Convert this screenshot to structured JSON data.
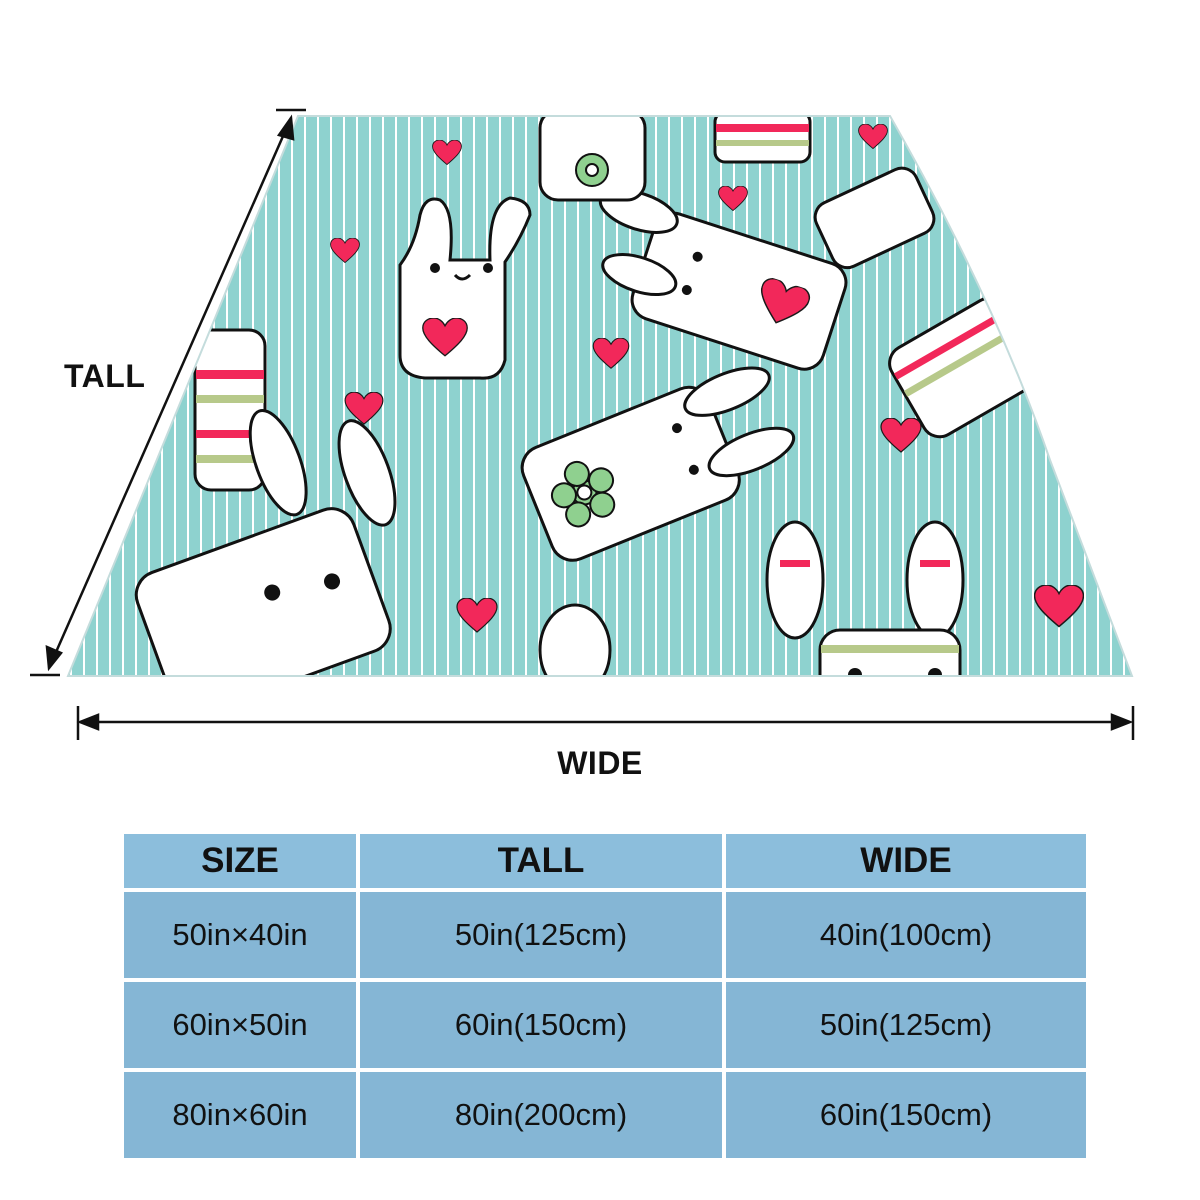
{
  "labels": {
    "tall": "TALL",
    "wide": "WIDE"
  },
  "blanket": {
    "pattern": "bunnies-and-hearts",
    "colors": {
      "background": "#8ed2cf",
      "stripes": "#ffffff",
      "hearts": "#f2285a",
      "flower": "#8fd08f",
      "outline": "#111111"
    }
  },
  "size_table": {
    "headers": [
      "SIZE",
      "TALL",
      "WIDE"
    ],
    "rows": [
      [
        "50in×40in",
        "50in(125cm)",
        "40in(100cm)"
      ],
      [
        "60in×50in",
        "60in(150cm)",
        "50in(125cm)"
      ],
      [
        "80in×60in",
        "80in(200cm)",
        "60in(150cm)"
      ]
    ],
    "colors": {
      "header_bg": "#8cbedc",
      "cell_bg": "#85b6d5"
    }
  }
}
